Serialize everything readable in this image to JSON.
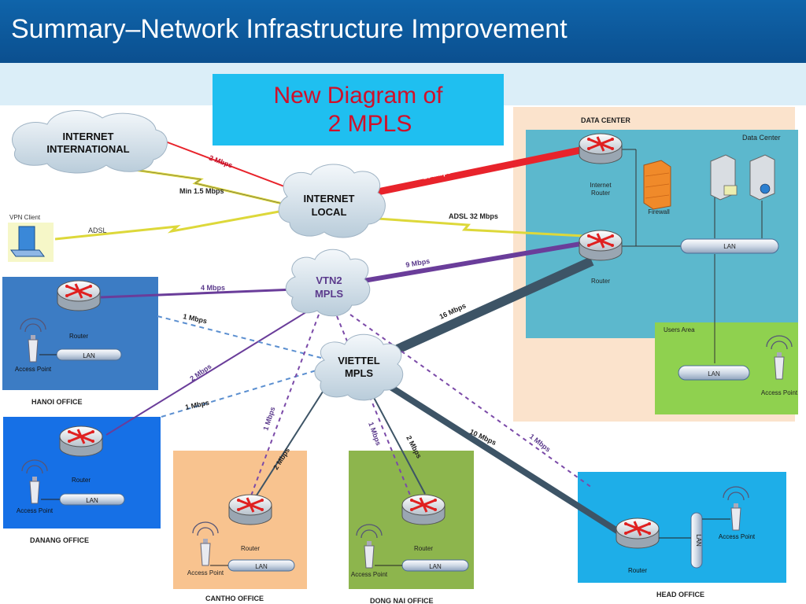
{
  "header": {
    "title": "Summary–Network Infrastructure Improvement"
  },
  "callout": {
    "line1": "New Diagram of",
    "line2": "2 MPLS"
  },
  "clouds": {
    "internet_international": [
      "INTERNET",
      "INTERNATIONAL"
    ],
    "internet_local": [
      "INTERNET",
      "LOCAL"
    ],
    "vtn2": [
      "VTN2",
      "MPLS"
    ],
    "viettel": [
      "VIETTEL",
      "MPLS"
    ]
  },
  "links": {
    "mbps2_top": "2 Mbps",
    "min_1_5": "Min 1.5 Mbps",
    "mbps10_top": "10 Mbps",
    "adsl32": "ADSL 32 Mbps",
    "adsl": "ADSL",
    "mbps9": "9 Mbps",
    "mbps4": "4 Mbps",
    "mbps16": "16 Mbps",
    "mbps1_hanoi": "1 Mbps",
    "mbps2_danang": "2 Mbps",
    "mbps1_danang": "1 Mbps",
    "mbps1_cantho": "1 Mbps",
    "mbps2_cantho": "2 Mbps",
    "mbps1_dongnai": "1 Mbps",
    "mbps2_dongnai": "2 Mbps",
    "mbps10_head": "10 Mbps",
    "mbps1_head": "1 Mbps"
  },
  "datacenter": {
    "title": "DATA CENTER",
    "subtitle": "Data Center",
    "internet_router": [
      "Internet",
      "Router"
    ],
    "firewall": "Firewall",
    "lan": "LAN",
    "router": "Router",
    "users_area": "Users Area",
    "users_lan": "LAN",
    "access_point": "Access Point"
  },
  "vpn": {
    "label": "VPN Client"
  },
  "hanoi": {
    "name": "HANOI OFFICE",
    "router": "Router",
    "lan": "LAN",
    "ap": "Access Point"
  },
  "danang": {
    "name": "DANANG OFFICE",
    "router": "Router",
    "lan": "LAN",
    "ap": "Access Point"
  },
  "cantho": {
    "name": "CANTHO OFFICE",
    "router": "Router",
    "lan": "LAN",
    "ap": "Access Point"
  },
  "dongnai": {
    "name": "DONG NAI OFFICE",
    "router": "Router",
    "lan": "LAN",
    "ap": "Access Point"
  },
  "head": {
    "name": "HEAD OFFICE",
    "router": "Router",
    "lan": "LAN",
    "ap": "Access Point"
  },
  "colors": {
    "red_link": "#e8232b",
    "purple_link": "#6a3d9a",
    "slate_link": "#3d5466",
    "dc_bg": "#fbe3cc",
    "dc_inner": "#5cb8cd"
  }
}
